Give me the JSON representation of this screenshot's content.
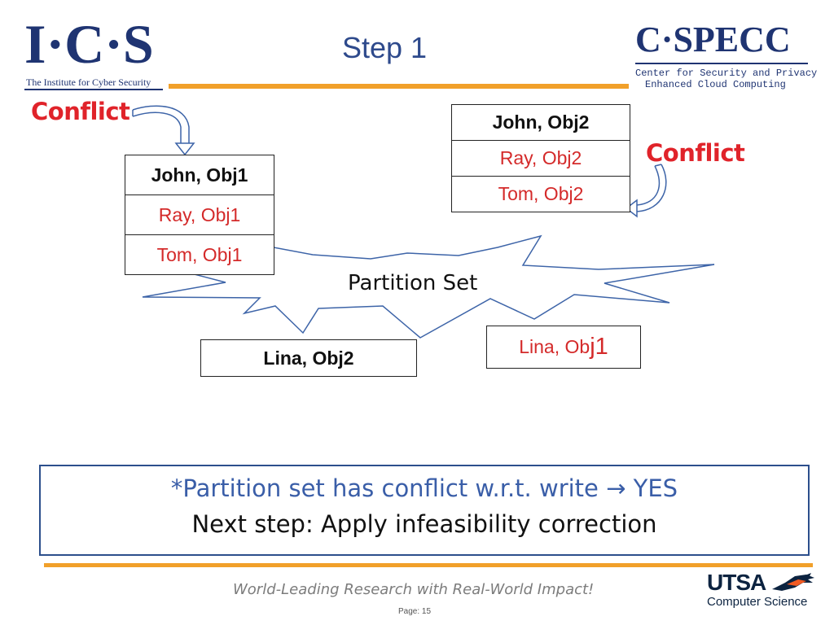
{
  "header": {
    "title": "Step 1",
    "left_logo": {
      "letters": "I·C·S",
      "subtitle": "The Institute for Cyber Security"
    },
    "right_logo": {
      "letters": "C·SPECC",
      "subtitle_line1": "Center for Security and Privacy",
      "subtitle_line2": "Enhanced Cloud Computing"
    }
  },
  "labels": {
    "conflict_left": "Conflict",
    "conflict_right": "Conflict",
    "partition_set": "Partition Set"
  },
  "table_left": {
    "rows": [
      {
        "text": "John, Obj1",
        "style": "black"
      },
      {
        "text": "Ray, Obj1",
        "style": "red"
      },
      {
        "text": "Tom, Obj1",
        "style": "red"
      }
    ]
  },
  "table_right": {
    "rows": [
      {
        "text": "John, Obj2",
        "style": "black"
      },
      {
        "text": "Ray, Obj2",
        "style": "red"
      },
      {
        "text": "Tom, Obj2",
        "style": "red"
      }
    ]
  },
  "box_lina_obj2": {
    "text": "Lina, Obj2"
  },
  "box_lina_obj1": {
    "text_main": "Lina, Ob",
    "text_tail": "j1"
  },
  "note": {
    "line1": "*Partition set has conflict w.r.t. write → YES",
    "line2": "Next step: Apply infeasibility correction"
  },
  "footer": {
    "tagline": "World-Leading Research with Real-World Impact!",
    "page": "Page:  15",
    "utsa_logo": "UTSA",
    "utsa_dept": "Computer Science"
  },
  "colors": {
    "accent_orange": "#f1a02a",
    "navy": "#1f3472",
    "conflict_red": "#e0232a",
    "cell_red": "#d42a2a",
    "note_blue": "#3a5ea8",
    "starburst_stroke": "#3d64a8"
  },
  "icons": [
    "curved-arrow-icon",
    "starburst-shape",
    "roadrunner-icon"
  ]
}
